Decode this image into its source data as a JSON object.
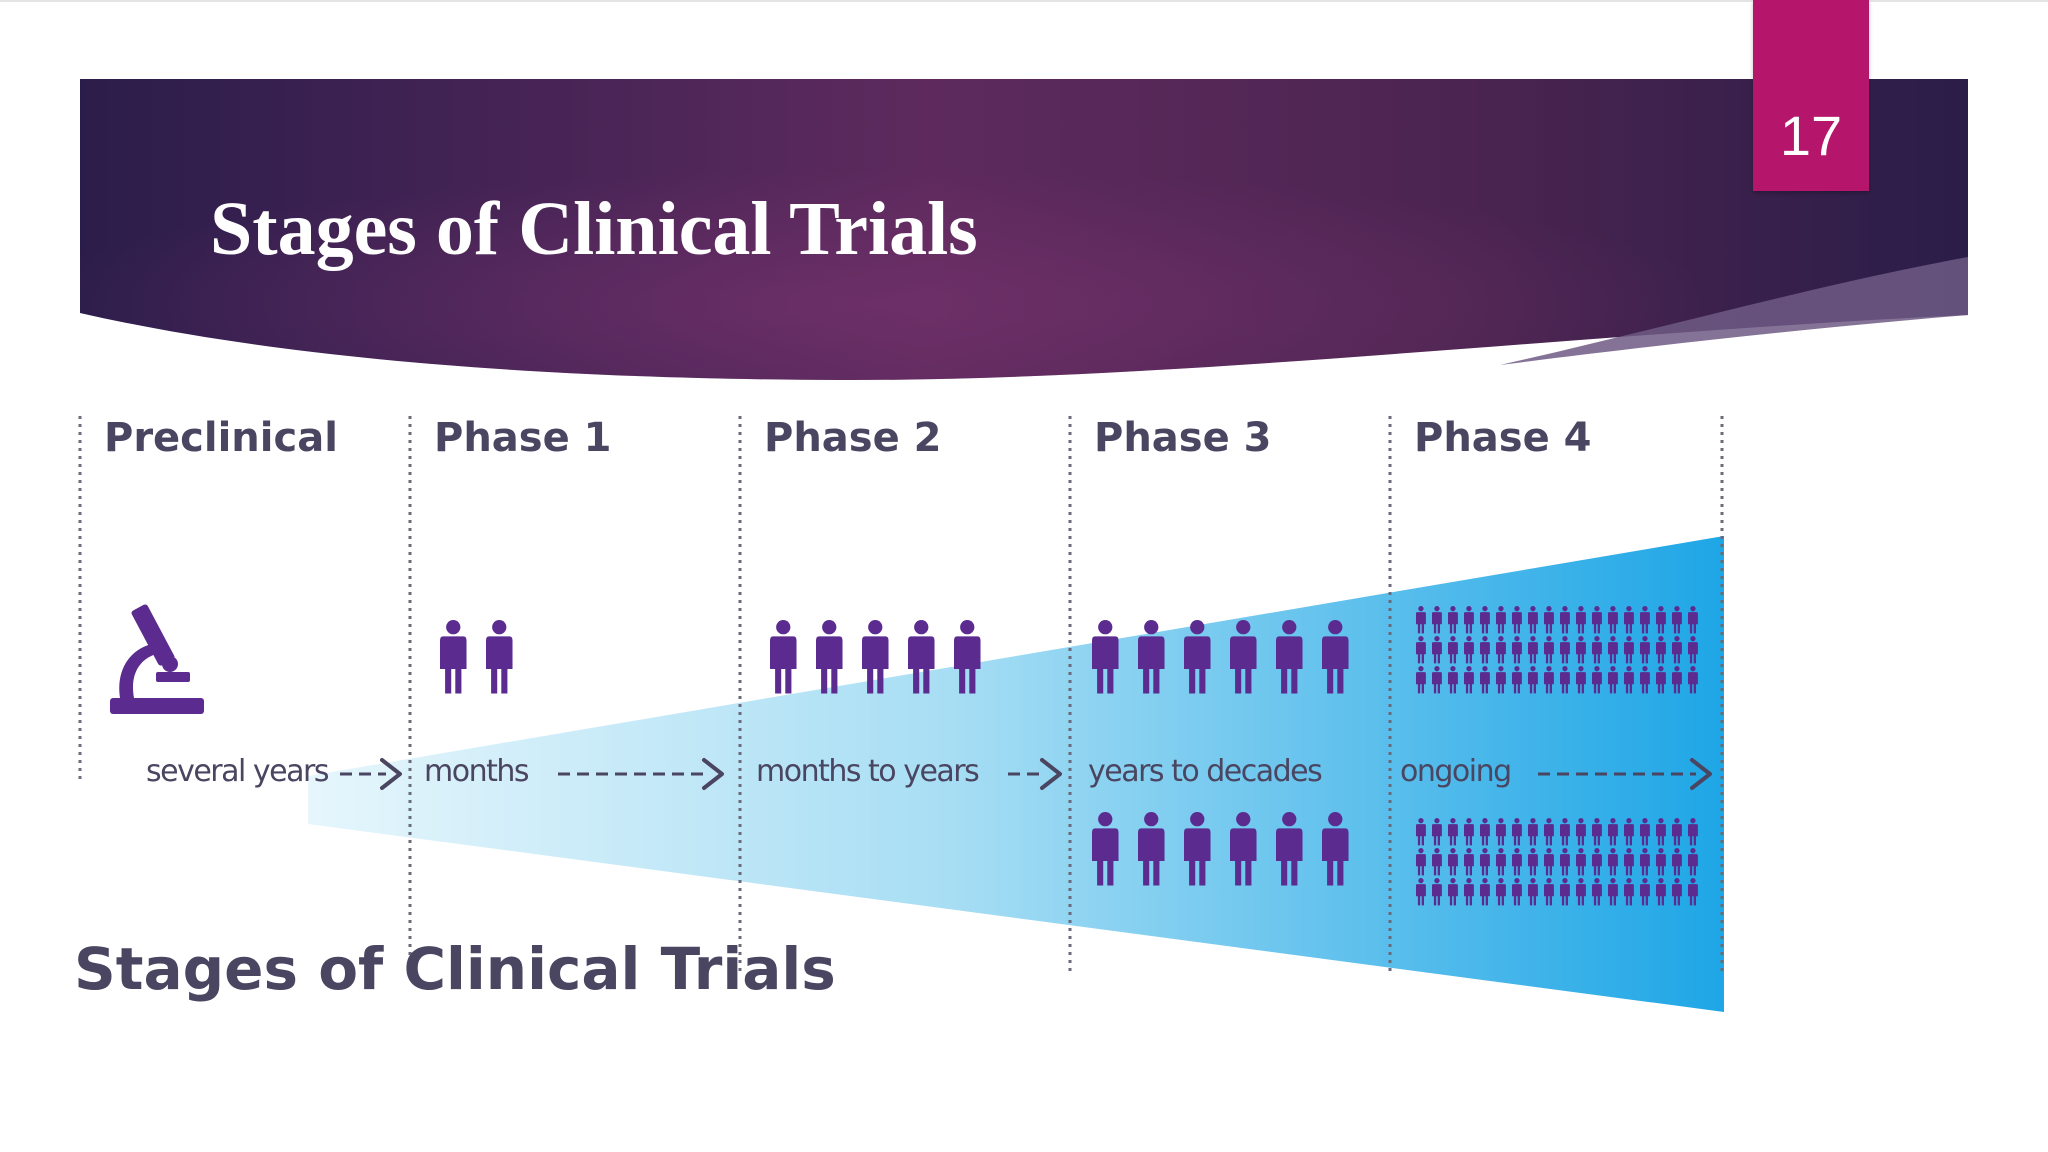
{
  "slide": {
    "title": "Stages of Clinical Trials",
    "page_number": "17"
  },
  "diagram": {
    "phases": [
      {
        "title": "Preclinical",
        "duration": "several years",
        "icon": "microscope-icon"
      },
      {
        "title": "Phase 1",
        "duration": "months",
        "icon": "people-icon",
        "people_rows": 1,
        "people_per_row": 2
      },
      {
        "title": "Phase 2",
        "duration": "months to years",
        "icon": "people-icon",
        "people_rows": 1,
        "people_per_row": 5
      },
      {
        "title": "Phase 3",
        "duration": "years to decades",
        "icon": "people-icon",
        "people_rows": 2,
        "people_per_row": 6
      },
      {
        "title": "Phase 4",
        "duration": "ongoing",
        "icon": "crowd-icon",
        "people_rows": 6,
        "people_per_row": 18
      }
    ],
    "caption": "Stages of Clinical Trials"
  },
  "colors": {
    "header_dark": "#2a1d4a",
    "header_mid": "#5e2a5e",
    "badge": "#b5166b",
    "icon_purple": "#5b2b8f",
    "text_dark": "#4a4560",
    "wedge_light": "#e6f6fc",
    "wedge_dark": "#1ea6e6"
  }
}
